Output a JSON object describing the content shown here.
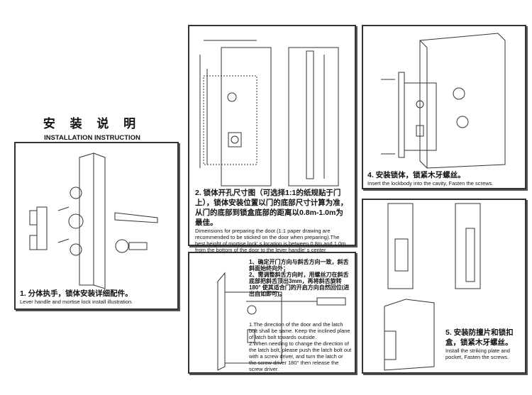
{
  "title": {
    "cn": "安 装 说 明",
    "en": "INSTALLATION INSTRUCTION"
  },
  "step1": {
    "cn": "1. 分体执手，锁体安装详细配件。",
    "en": "Lever handle and mortise lock install illustration."
  },
  "step2": {
    "cn": "2. 锁体开孔尺寸图（可选择1:1的纸规贴于门上），锁体安装位置以门的底部尺寸计算为准，从门的底部到锁盒底部的距离以0.8m-1.0m为最佳。",
    "en": "Dimensions for preparing the door.(1:1 paper drawing are recommended to be sticked on the door when preparing).The best height of mortise lock' s location is between 0.8m and 1.0m from the bottom of the door to the lever handle' s center"
  },
  "step3": {
    "cn1": "1、确定开门方向与斜舌方向一致，斜舌斜面始终向外；",
    "cn2": "2、需调整斜舌方向时，用螺丝刀在斜舌底部把斜舌顶出3mm，再将斜舌旋转180° 使其适合门的开启方向自然回位(进出自如即可)。",
    "en1": "1.The direction of the door and the latch bolt shall be same. Keep the inclined plane of latch bolt towards outside.",
    "en2": "2.When needing to change the direction of the latch bolt, please push the latch bolt out with a screw driver, and turn the latch or the screw driver 180° then release the screw driver."
  },
  "step4": {
    "cn": "4. 安装锁体，锁紧木牙螺丝。",
    "en": "Insert the lockbody into the cavity, Fasten the screws."
  },
  "step5": {
    "cn": "5. 安装防撞片和锁扣盒，锁紧木牙螺丝。",
    "en": "Install the striking plate and pocket, Fasten the screws."
  }
}
